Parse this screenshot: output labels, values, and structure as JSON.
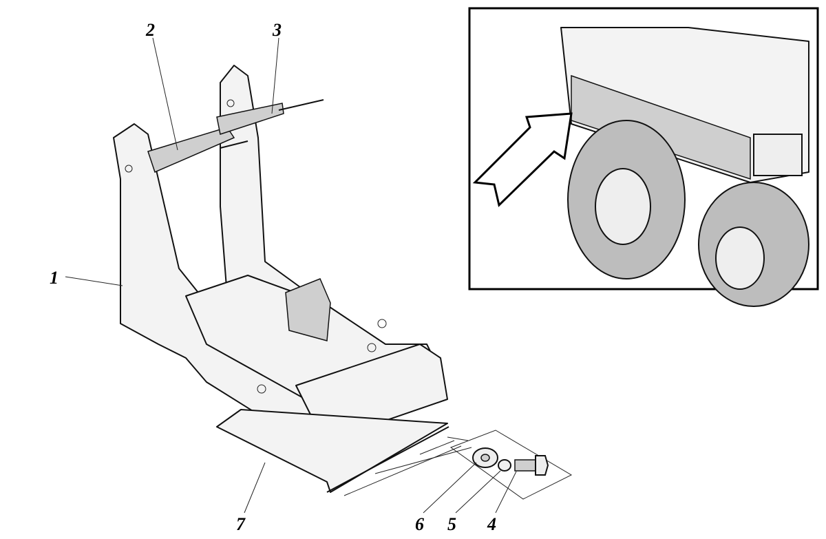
{
  "figure": {
    "callouts": [
      {
        "id": "1",
        "part": "frame"
      },
      {
        "id": "2",
        "part": "left-brace"
      },
      {
        "id": "3",
        "part": "right-brace"
      },
      {
        "id": "4",
        "part": "bolt"
      },
      {
        "id": "5",
        "part": "lock-washer"
      },
      {
        "id": "6",
        "part": "flat-washer"
      },
      {
        "id": "7",
        "part": "bottom-plate"
      }
    ],
    "colors": {
      "ink": "#111111",
      "paper": "#ffffff"
    }
  }
}
